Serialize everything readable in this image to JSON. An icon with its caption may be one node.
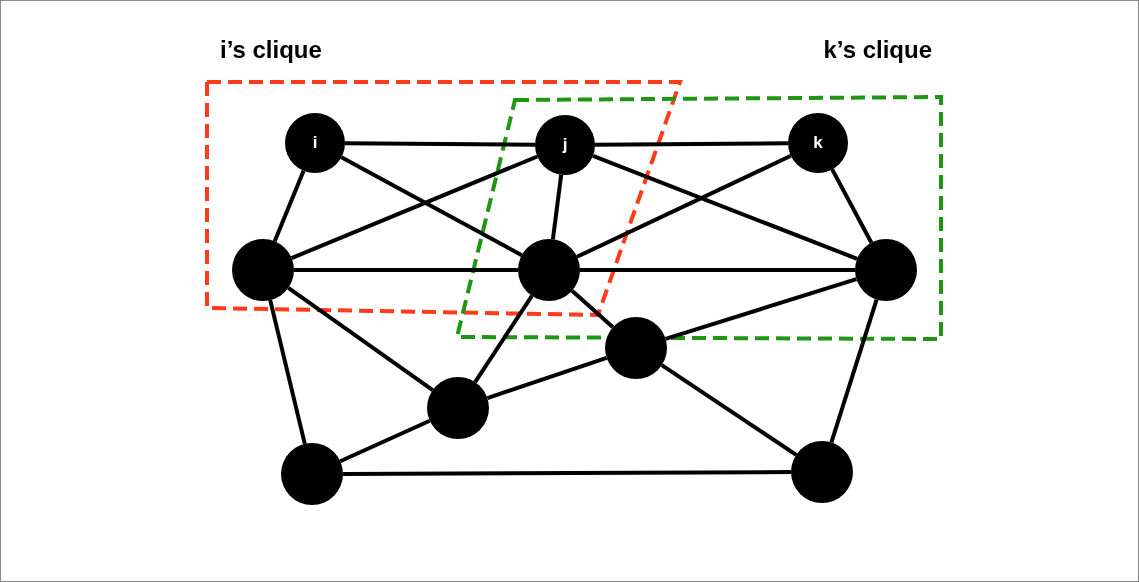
{
  "diagram": {
    "nodes": [
      {
        "text": [
          "i’s clique"
        ]
      },
      {
        "text": [
          "k’s clique"
        ]
      },
      {
        "text": [
          "i"
        ],
        "in": 0
      },
      {
        "text": [
          "j"
        ]
      },
      {
        "text": [
          "k"
        ],
        "in": 1
      },
      {
        "text": [],
        "shape": "circle",
        "in": 0
      },
      {
        "text": [],
        "shape": "circle"
      },
      {
        "text": [],
        "shape": "circle",
        "in": 1
      },
      {
        "text": [],
        "shape": "circle"
      },
      {
        "text": [],
        "shape": "circle"
      },
      {
        "text": [],
        "shape": "circle"
      },
      {
        "text": [],
        "shape": "circle"
      }
    ],
    "edges": [
      {
        "from": 2,
        "to": 3,
        "arrow": "none"
      },
      {
        "from": 3,
        "to": 4,
        "arrow": "none"
      },
      {
        "from": 2,
        "to": 5,
        "arrow": "none"
      },
      {
        "from": 2,
        "to": 6,
        "arrow": "none"
      },
      {
        "from": 3,
        "to": 5,
        "arrow": "none"
      },
      {
        "from": 3,
        "to": 6,
        "arrow": "none"
      },
      {
        "from": 3,
        "to": 7,
        "arrow": "none"
      },
      {
        "from": 4,
        "to": 6,
        "arrow": "none"
      },
      {
        "from": 4,
        "to": 7,
        "arrow": "none"
      },
      {
        "from": 5,
        "to": 6,
        "arrow": "none"
      },
      {
        "from": 6,
        "to": 7,
        "arrow": "none"
      },
      {
        "from": 6,
        "to": 8,
        "arrow": "none"
      },
      {
        "from": 7,
        "to": 8,
        "arrow": "none"
      },
      {
        "from": 5,
        "to": 9,
        "arrow": "none"
      },
      {
        "from": 5,
        "to": 10,
        "arrow": "none"
      },
      {
        "from": 6,
        "to": 9,
        "arrow": "none"
      },
      {
        "from": 8,
        "to": 9,
        "arrow": "none"
      },
      {
        "from": 8,
        "to": 11,
        "arrow": "none"
      },
      {
        "from": 7,
        "to": 11,
        "arrow": "none"
      },
      {
        "from": 9,
        "to": 10,
        "arrow": "none"
      },
      {
        "from": 10,
        "to": 11,
        "arrow": "none"
      }
    ]
  }
}
